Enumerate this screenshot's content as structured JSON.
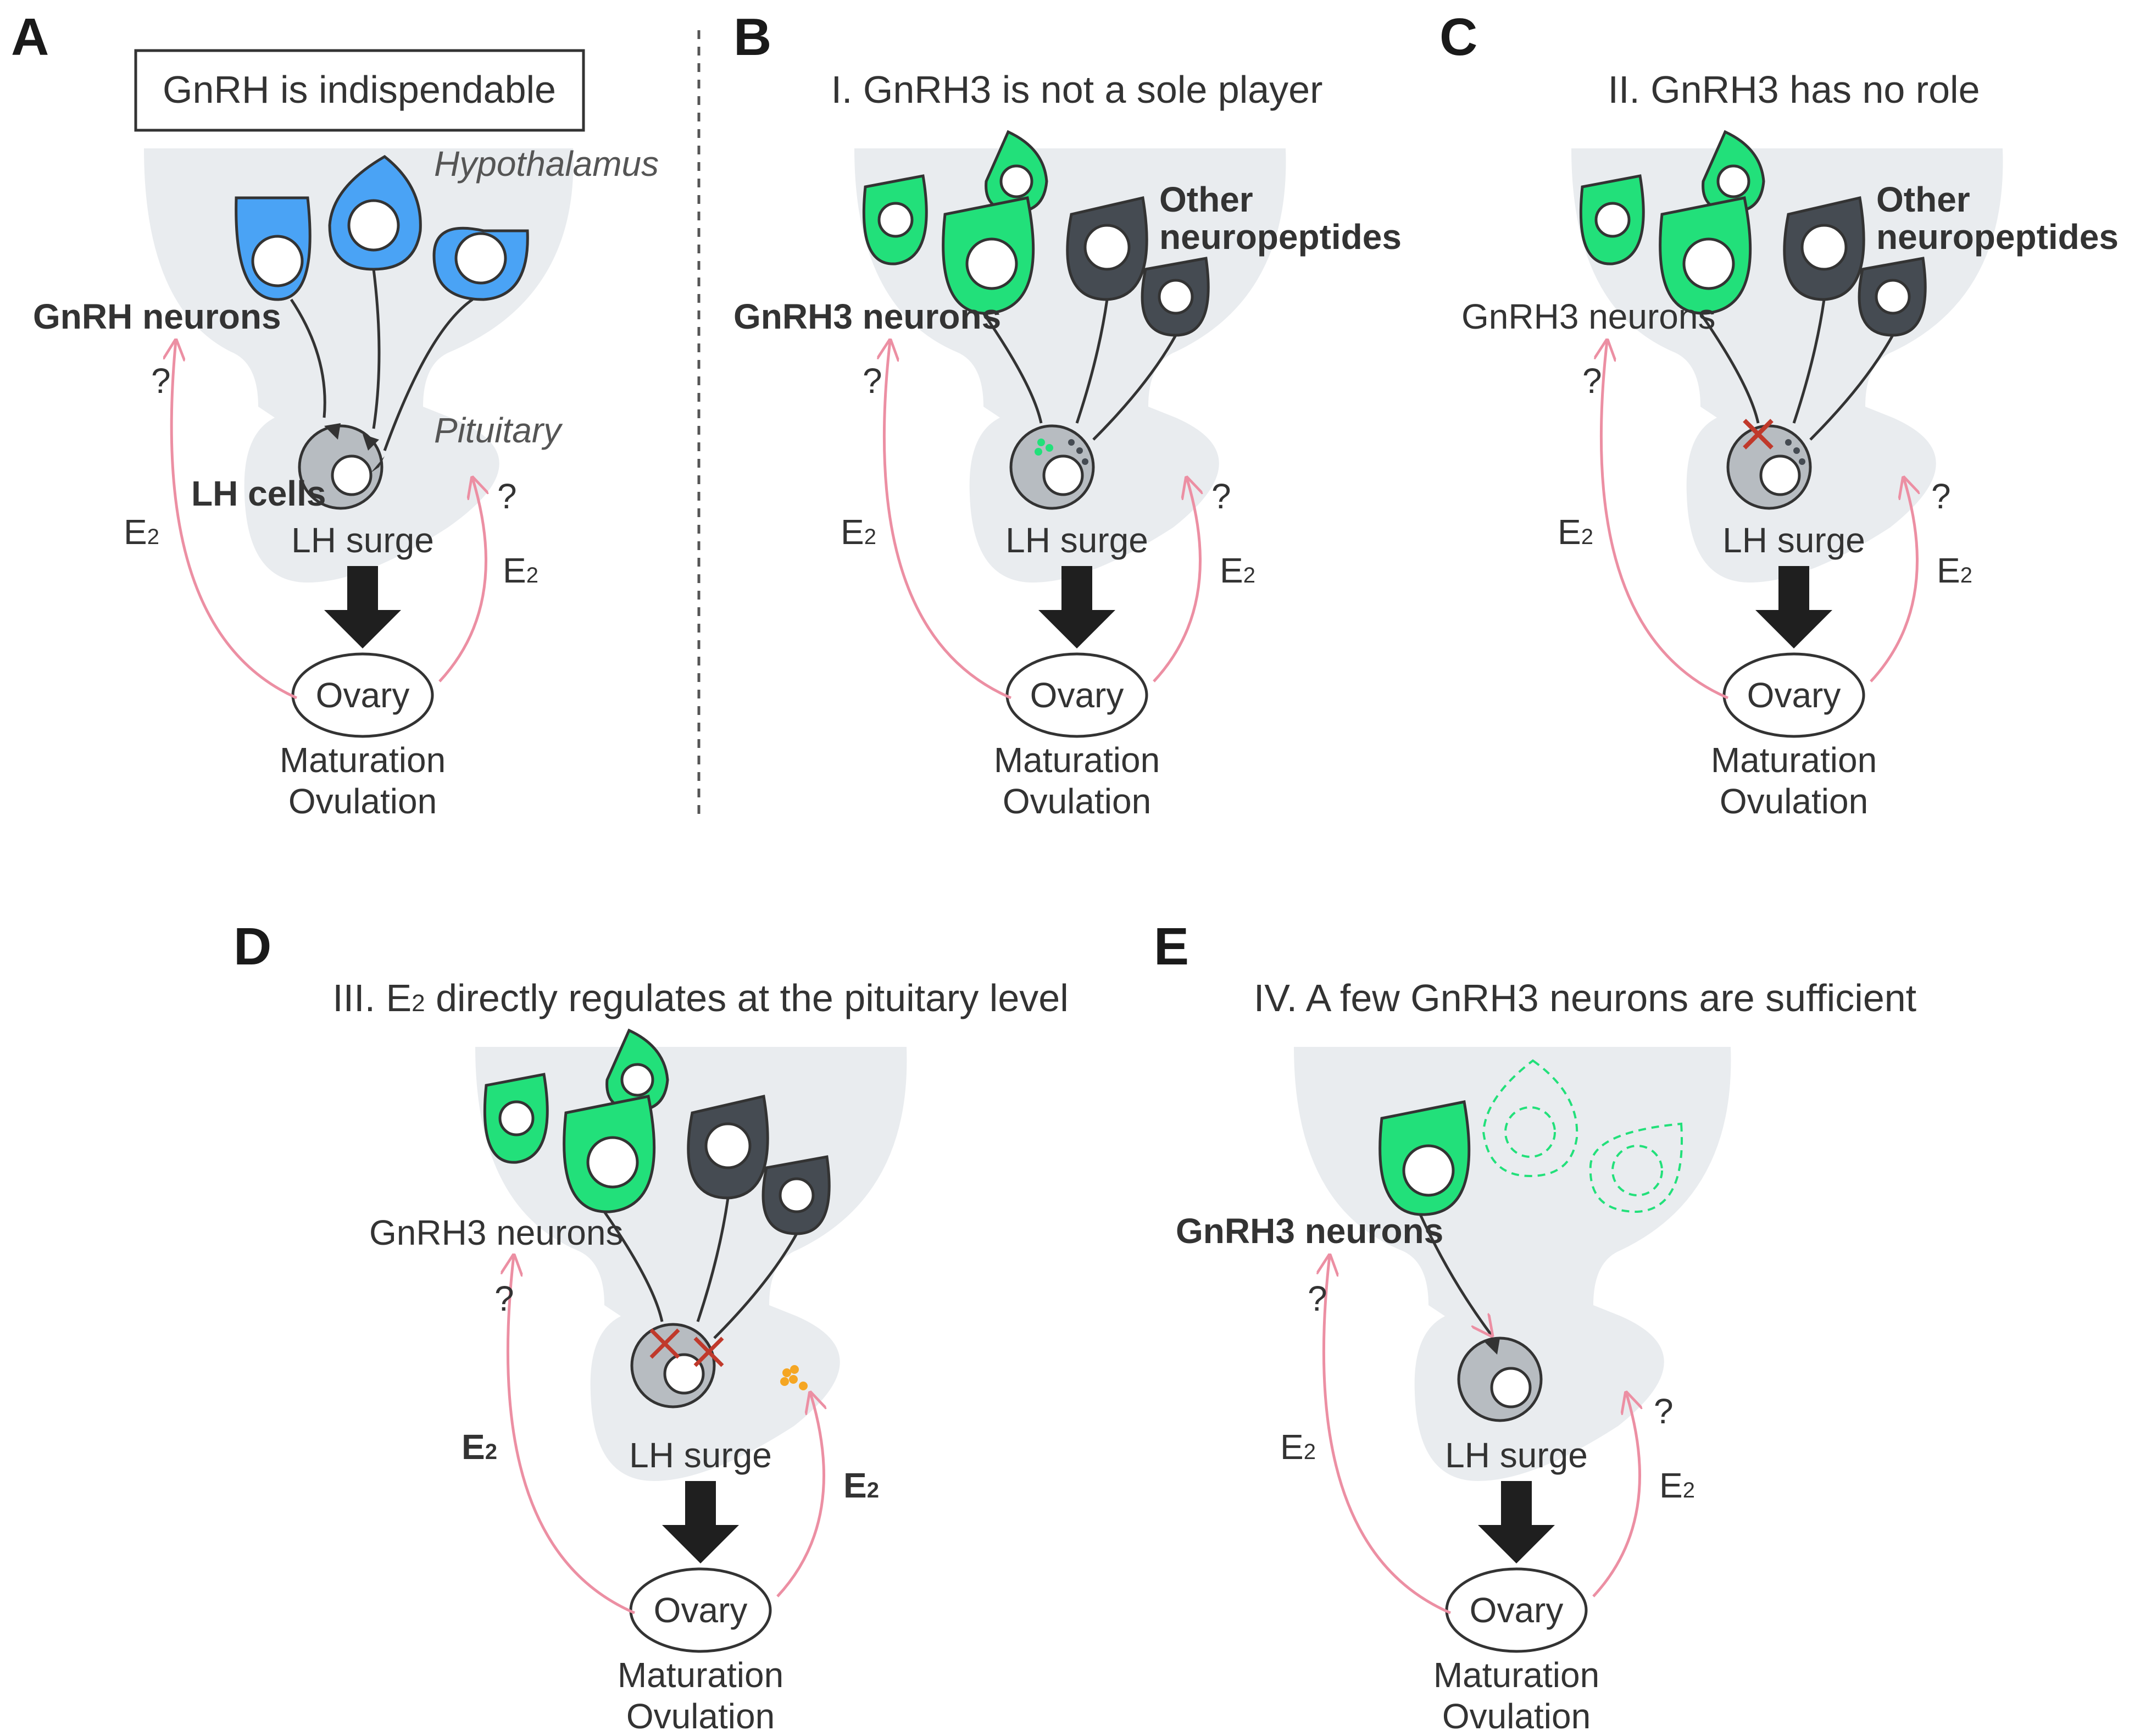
{
  "colors": {
    "gnrh": "#4aa3f5",
    "gnrh3": "#22e07a",
    "other": "#454b52",
    "region": "#e9ecef",
    "lhcell": "#b7bcc1",
    "feedback": "#ec8fa3",
    "e2_dots": "#f5a623",
    "block": "#c0392b"
  },
  "panels": {
    "A": {
      "letter": "A",
      "title": "GnRH is indispendable",
      "hypothalamus": "Hypothalamus",
      "pituitary": "Pituitary",
      "neurons": "GnRH neurons",
      "lh_cells": "LH cells",
      "lh_surge": "LH surge",
      "ovary": "Ovary",
      "maturation": "Maturation",
      "ovulation": "Ovulation",
      "q_left": "?",
      "q_right": "?",
      "e2": "E",
      "e2_sub": "2"
    },
    "B": {
      "letter": "B",
      "title": "I. GnRH3 is not a sole player",
      "neurons": "GnRH3 neurons",
      "other1": "Other",
      "other2": "neuropeptides",
      "lh_surge": "LH surge",
      "ovary": "Ovary",
      "maturation": "Maturation",
      "ovulation": "Ovulation",
      "q_left": "?",
      "q_right": "?",
      "e2": "E",
      "e2_sub": "2"
    },
    "C": {
      "letter": "C",
      "title": "II. GnRH3 has no role",
      "neurons": "GnRH3 neurons",
      "other1": "Other",
      "other2": "neuropeptides",
      "lh_surge": "LH surge",
      "ovary": "Ovary",
      "maturation": "Maturation",
      "ovulation": "Ovulation",
      "q_left": "?",
      "q_right": "?",
      "e2": "E",
      "e2_sub": "2"
    },
    "D": {
      "letter": "D",
      "title_pre": "III. E",
      "title_sub": "2",
      "title_post": " directly regulates at the pituitary level",
      "neurons": "GnRH3 neurons",
      "lh_surge": "LH surge",
      "ovary": "Ovary",
      "maturation": "Maturation",
      "ovulation": "Ovulation",
      "q_left": "?",
      "e2": "E",
      "e2_sub": "2"
    },
    "E": {
      "letter": "E",
      "title": "IV. A few GnRH3 neurons are sufficient",
      "neurons": "GnRH3 neurons",
      "lh_surge": "LH surge",
      "ovary": "Ovary",
      "maturation": "Maturation",
      "ovulation": "Ovulation",
      "q_left": "?",
      "q_right": "?",
      "e2": "E",
      "e2_sub": "2"
    }
  }
}
